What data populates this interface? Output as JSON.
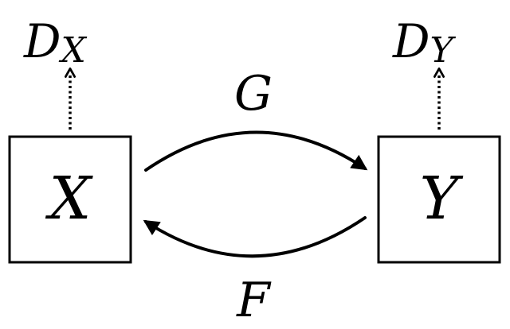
{
  "nodes": {
    "x": {
      "label": "X"
    },
    "y": {
      "label": "Y"
    }
  },
  "mappings": {
    "g": {
      "label": "G"
    },
    "f": {
      "label": "F"
    }
  },
  "discriminators": {
    "dx": {
      "symbol": "D",
      "subscript": "X"
    },
    "dy": {
      "symbol": "D",
      "subscript": "Y"
    }
  },
  "colors": {
    "stroke": "#000000",
    "background": "#ffffff"
  }
}
